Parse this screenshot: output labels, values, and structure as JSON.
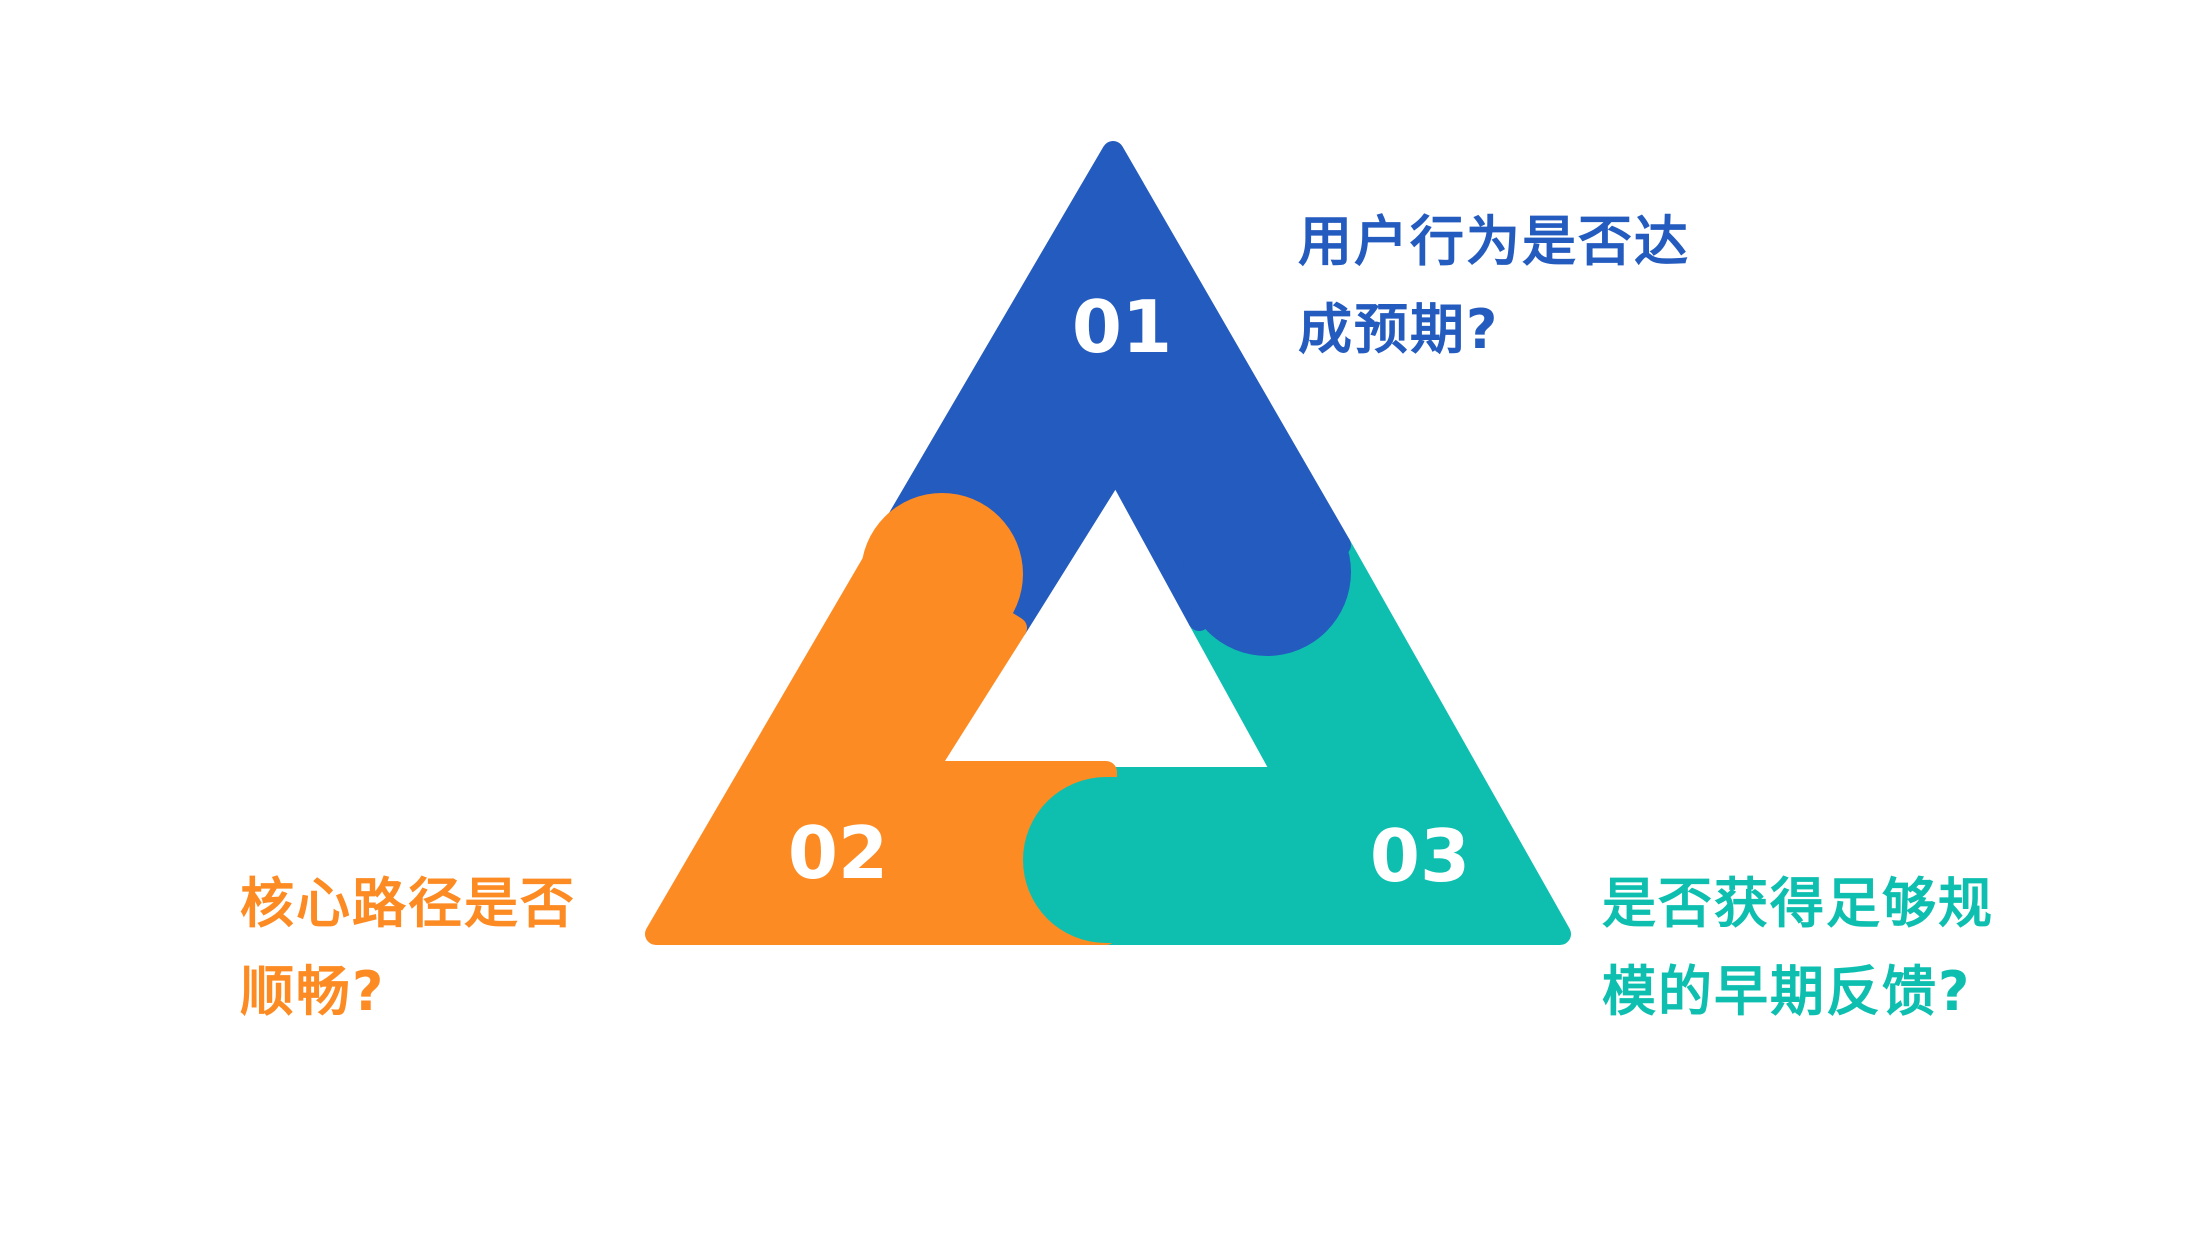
{
  "colors": {
    "blue": "#245BBE",
    "orange": "#FD8B23",
    "teal": "#0EBFB0"
  },
  "segments": [
    {
      "number": "01",
      "text_line1": "用户行为是否达",
      "text_line2": "成预期?",
      "color": "#245BBE"
    },
    {
      "number": "02",
      "text_line1": "核心路径是否",
      "text_line2": "顺畅?",
      "color": "#FD8B23"
    },
    {
      "number": "03",
      "text_line1": "是否获得足够规",
      "text_line2": "模的早期反馈?",
      "color": "#0EBFB0"
    }
  ]
}
